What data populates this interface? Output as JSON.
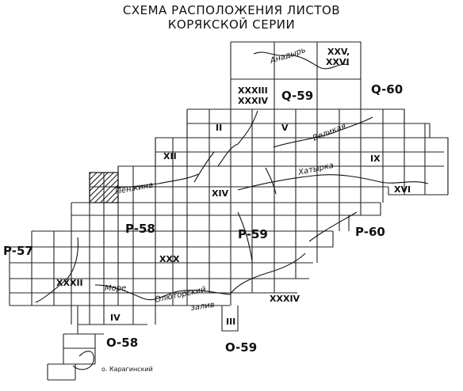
{
  "title": {
    "line1": "СХЕМА РАСПОЛОЖЕНИЯ ЛИСТОВ",
    "line2": "КОРЯКСКОЙ СЕРИИ"
  },
  "zones": [
    {
      "id": "q59",
      "label": "Q-59"
    },
    {
      "id": "q60",
      "label": "Q-60"
    },
    {
      "id": "p57",
      "label": "P-57"
    },
    {
      "id": "p58",
      "label": "P-58"
    },
    {
      "id": "p59",
      "label": "P-59"
    },
    {
      "id": "p60",
      "label": "P-60"
    },
    {
      "id": "o58",
      "label": "O-58"
    },
    {
      "id": "o59",
      "label": "O-59"
    }
  ],
  "sheets": {
    "xxv": "XXV,",
    "xxvi": "XXVI",
    "xxxiii": "XXXIII",
    "xxxiv_top": "XXXIV",
    "ii": "II",
    "v": "V",
    "xii": "XII",
    "ix": "IX",
    "xvi": "XVI",
    "xiv": "XIV",
    "xxx": "XXX",
    "xxxii": "XXXII",
    "iv": "IV",
    "xxxiv_bottom": "XXXIV",
    "iii": "III"
  },
  "places": {
    "anadyr": "Анадырь",
    "velikaya": "Великая",
    "khatyrka": "Хатырка",
    "penzhina": "Пенжина",
    "olyutorsky": "Олюторский",
    "zaliv": "залив",
    "more": "Море",
    "karaginsky": "о. Карагинский"
  }
}
